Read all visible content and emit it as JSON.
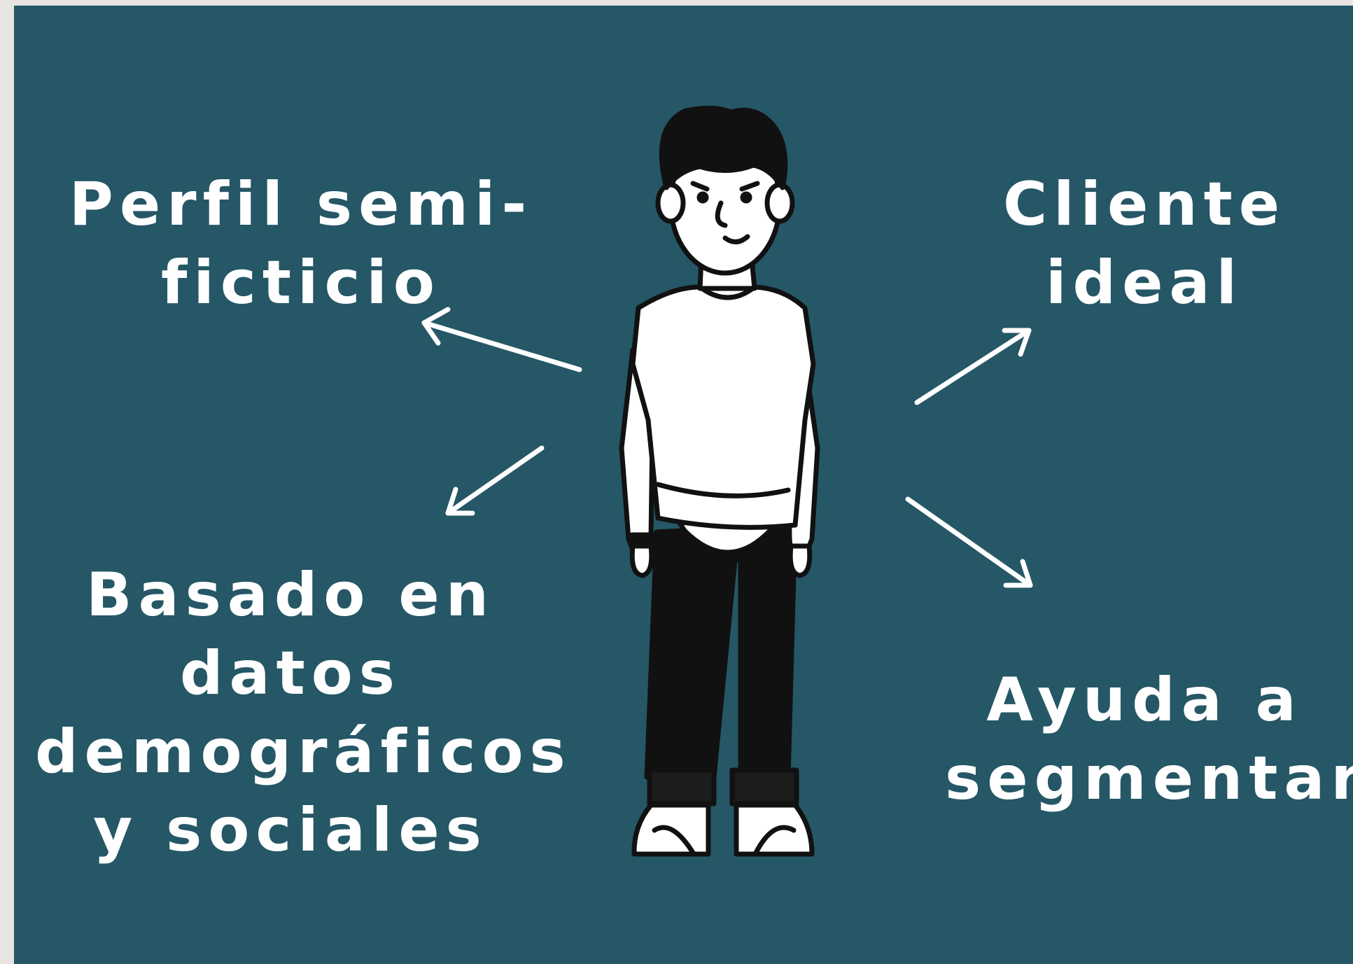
{
  "labels": {
    "perfil": [
      "Perfil semi-",
      "ficticio"
    ],
    "cliente": [
      "Cliente",
      "ideal"
    ],
    "basado": [
      "Basado en",
      "datos",
      "demográficos",
      "y sociales"
    ],
    "ayuda": [
      "Ayuda a",
      "segmentar"
    ]
  },
  "colors": {
    "background": "#255766",
    "frame": "#e8e4e1",
    "text": "#ffffff",
    "figure_outline": "#111111"
  },
  "icons": {
    "figure": "person-standing-illustration",
    "arrows": "arrow-icon"
  }
}
